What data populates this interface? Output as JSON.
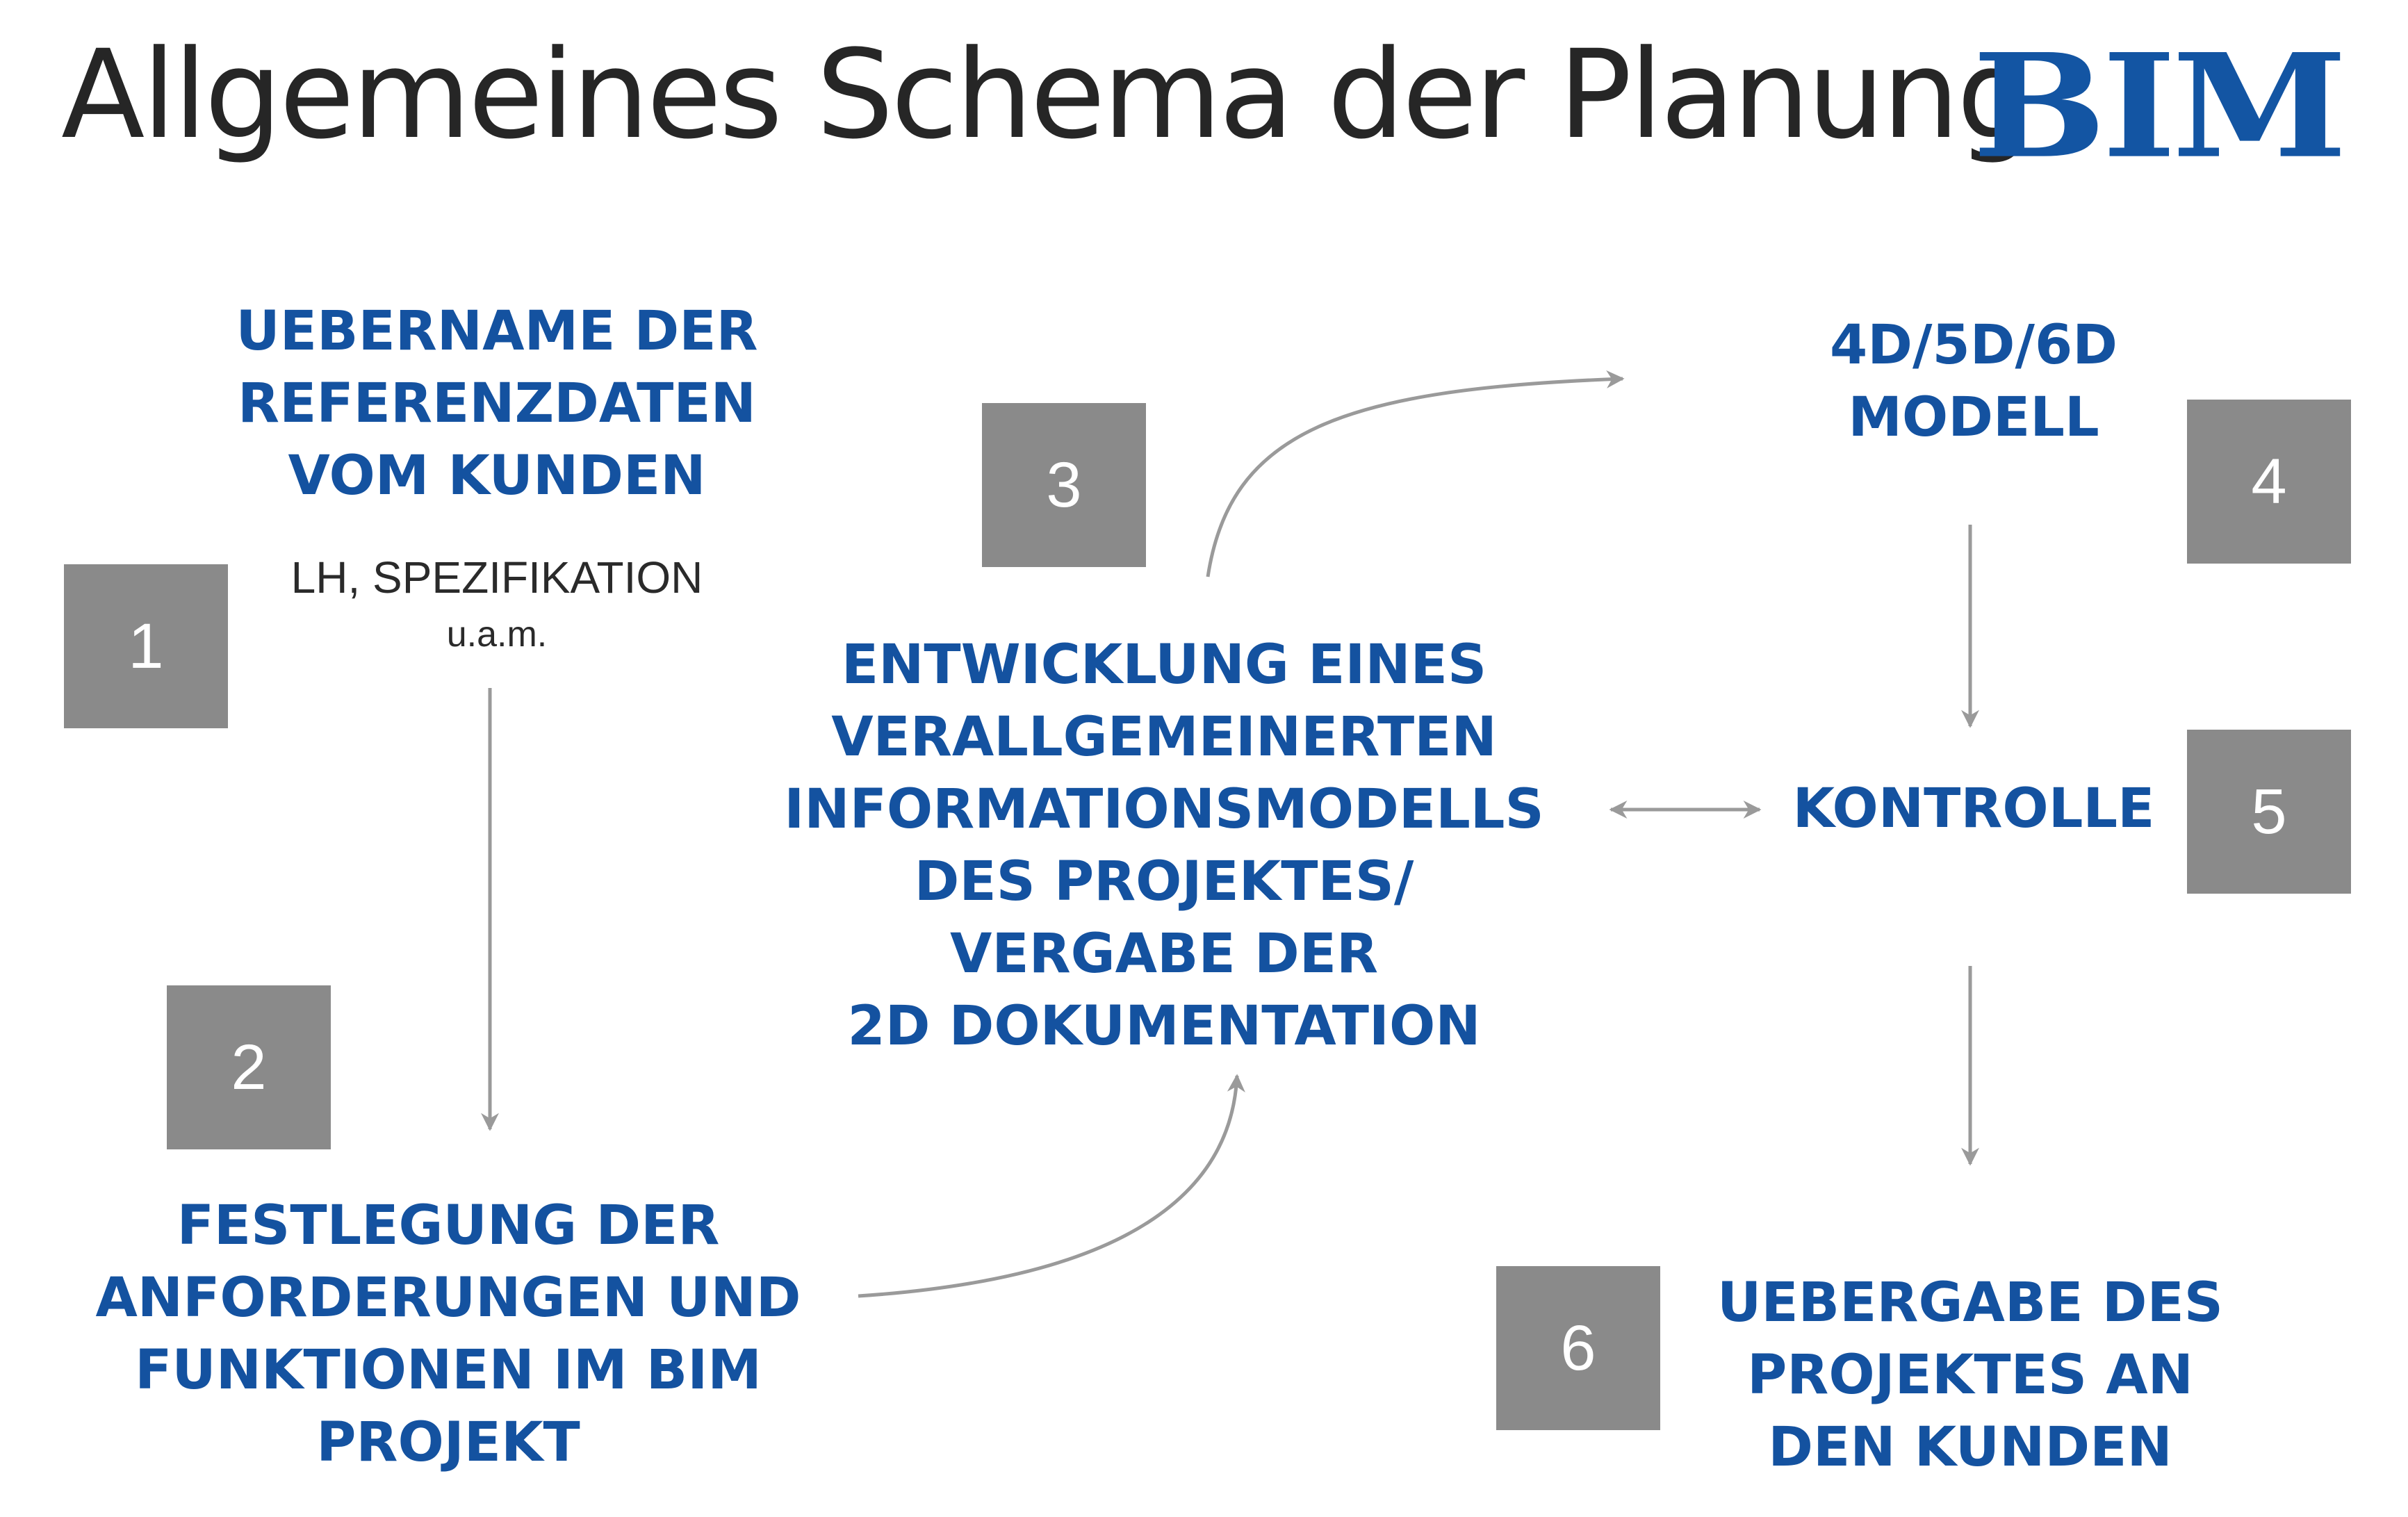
{
  "header": {
    "title": "Allgemeines Schema der Planung",
    "logo_text": "BIM"
  },
  "colors": {
    "accent": "#1452a0",
    "logo": "#1355a3",
    "box": "#8a8a8a",
    "arrow": "#9a9a9a",
    "title": "#262626"
  },
  "steps": [
    {
      "number": "1",
      "lines": [
        "UEBERNAME DER",
        "REFERENZDATEN",
        "VOM KUNDEN"
      ],
      "note": [
        "LH, SPEZIFIKATION",
        "u.a.m."
      ]
    },
    {
      "number": "2",
      "lines": [
        "FESTLEGUNG DER",
        "ANFORDERUNGEN UND",
        "FUNKTIONEN IM BIM",
        "PROJEKT"
      ]
    },
    {
      "number": "3",
      "lines": [
        "ENTWICKLUNG EINES",
        "VERALLGEMEINERTEN",
        "INFORMATIONSMODELLS",
        "DES PROJEKTES/",
        "VERGABE DER",
        "2D DOKUMENTATION"
      ]
    },
    {
      "number": "4",
      "lines": [
        "4D/5D/6D",
        "MODELL"
      ]
    },
    {
      "number": "5",
      "lines": [
        "KONTROLLE"
      ]
    },
    {
      "number": "6",
      "lines": [
        "UEBERGABE DES",
        "PROJEKTES AN",
        "DEN KUNDEN"
      ]
    }
  ]
}
